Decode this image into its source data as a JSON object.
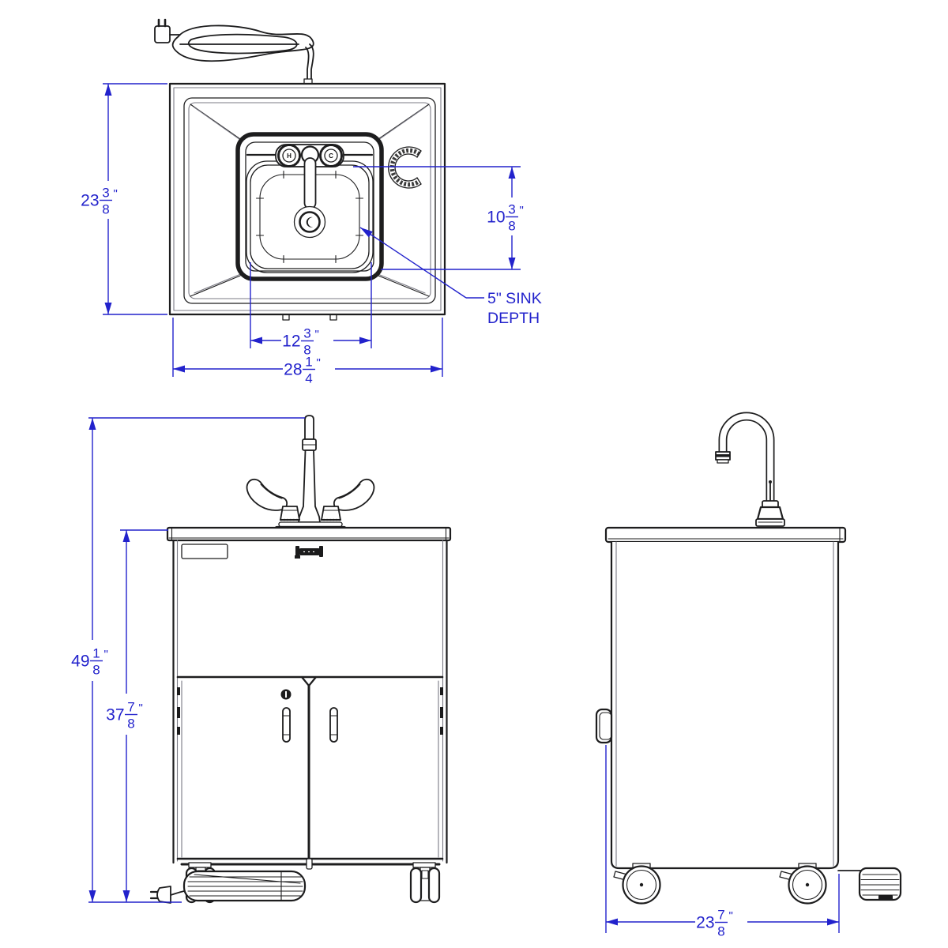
{
  "colors": {
    "dimension": "#2222cc",
    "linework": "#1d1d1e",
    "background": "#ffffff"
  },
  "top_view": {
    "hot_handle_label": "H",
    "cold_handle_label": "C",
    "dim_front_to_back": {
      "whole": "23",
      "num": "3",
      "den": "8",
      "unit": "\""
    },
    "dim_sink_front_to_back": {
      "whole": "10",
      "num": "3",
      "den": "8",
      "unit": "\""
    },
    "dim_sink_width": {
      "whole": "12",
      "num": "3",
      "den": "8",
      "unit": "\""
    },
    "dim_overall_width": {
      "whole": "28",
      "num": "1",
      "den": "4",
      "unit": "\""
    },
    "sink_depth_note_line1": "5\" SINK",
    "sink_depth_note_line2": "DEPTH"
  },
  "front_view": {
    "dim_overall_height": {
      "whole": "49",
      "num": "1",
      "den": "8",
      "unit": "\""
    },
    "dim_counter_height": {
      "whole": "37",
      "num": "7",
      "den": "8",
      "unit": "\""
    }
  },
  "side_view": {
    "dim_overall_depth": {
      "whole": "23",
      "num": "7",
      "den": "8",
      "unit": "\""
    }
  }
}
